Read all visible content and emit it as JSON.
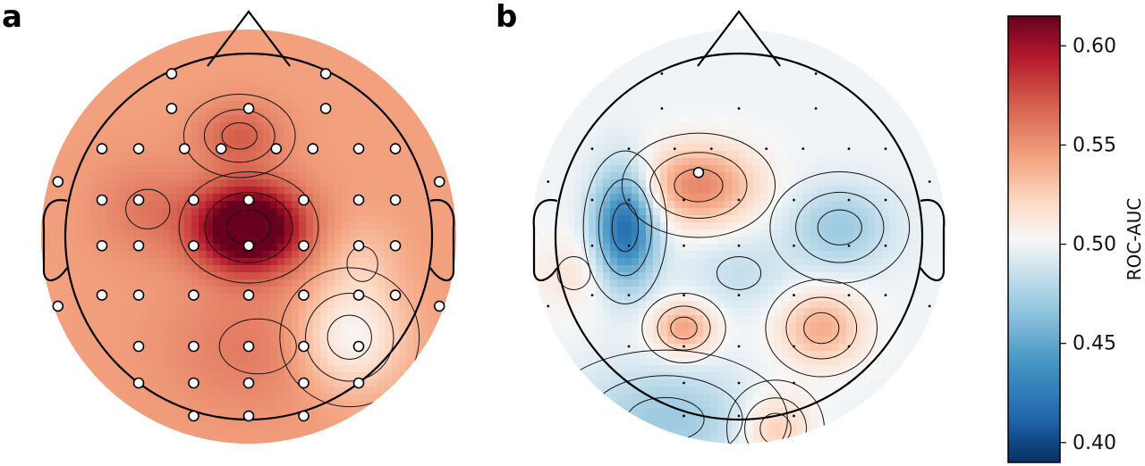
{
  "chart_data": {
    "type": "heatmap",
    "subtype": "eeg-topomap",
    "colormap": "RdBu_r",
    "colorbar": {
      "label": "ROC-AUC",
      "range": [
        0.39,
        0.615
      ],
      "ticks": [
        0.4,
        0.45,
        0.5,
        0.55,
        0.6
      ],
      "tick_labels": [
        "0.40",
        "0.45",
        "0.50",
        "0.55",
        "0.60"
      ]
    },
    "panels": [
      {
        "label": "a",
        "blobs": [
          {
            "x": 0.0,
            "y": 0.05,
            "sx": 0.2,
            "sy": 0.16,
            "a": 0.105
          },
          {
            "x": -0.05,
            "y": 0.55,
            "sx": 0.16,
            "sy": 0.12,
            "a": 0.025
          },
          {
            "x": 0.05,
            "y": -0.6,
            "sx": 0.35,
            "sy": 0.25,
            "a": 0.015
          },
          {
            "x": 0.55,
            "y": -0.55,
            "sx": 0.2,
            "sy": 0.2,
            "a": -0.045
          },
          {
            "x": 0.62,
            "y": -0.15,
            "sx": 0.14,
            "sy": 0.16,
            "a": -0.015
          },
          {
            "x": -0.55,
            "y": 0.15,
            "sx": 0.2,
            "sy": 0.18,
            "a": 0.015
          }
        ],
        "base": 0.545,
        "marker_style": "open-circle",
        "sensors": [
          [
            -0.42,
            0.89
          ],
          [
            0.42,
            0.89
          ],
          [
            -0.42,
            0.7
          ],
          [
            0.0,
            0.7
          ],
          [
            0.42,
            0.7
          ],
          [
            -0.8,
            0.48
          ],
          [
            -0.6,
            0.48
          ],
          [
            -0.35,
            0.48
          ],
          [
            -0.15,
            0.48
          ],
          [
            0.15,
            0.48
          ],
          [
            0.35,
            0.48
          ],
          [
            0.6,
            0.48
          ],
          [
            0.8,
            0.48
          ],
          [
            -0.8,
            0.2
          ],
          [
            -0.6,
            0.2
          ],
          [
            -0.3,
            0.2
          ],
          [
            0.0,
            0.2
          ],
          [
            0.3,
            0.2
          ],
          [
            0.6,
            0.2
          ],
          [
            0.8,
            0.2
          ],
          [
            -0.8,
            -0.05
          ],
          [
            -0.6,
            -0.05
          ],
          [
            -0.3,
            -0.05
          ],
          [
            0.0,
            -0.05
          ],
          [
            0.3,
            -0.05
          ],
          [
            0.6,
            -0.05
          ],
          [
            0.8,
            -0.05
          ],
          [
            -0.8,
            -0.32
          ],
          [
            -0.6,
            -0.32
          ],
          [
            -0.3,
            -0.32
          ],
          [
            0.0,
            -0.32
          ],
          [
            0.3,
            -0.32
          ],
          [
            0.6,
            -0.32
          ],
          [
            0.8,
            -0.32
          ],
          [
            -0.6,
            -0.6
          ],
          [
            -0.3,
            -0.6
          ],
          [
            0.0,
            -0.6
          ],
          [
            0.3,
            -0.6
          ],
          [
            0.6,
            -0.6
          ],
          [
            -0.6,
            -0.8
          ],
          [
            -0.3,
            -0.8
          ],
          [
            0.0,
            -0.8
          ],
          [
            0.3,
            -0.8
          ],
          [
            0.6,
            -0.8
          ],
          [
            -0.3,
            -0.98
          ],
          [
            0.0,
            -0.98
          ],
          [
            0.3,
            -0.98
          ],
          [
            -1.04,
            -0.38
          ],
          [
            1.04,
            -0.38
          ],
          [
            1.04,
            0.3
          ],
          [
            -1.04,
            0.3
          ]
        ]
      },
      {
        "label": "b",
        "blobs": [
          {
            "x": -0.62,
            "y": 0.05,
            "sx": 0.12,
            "sy": 0.22,
            "a": -0.085
          },
          {
            "x": -0.22,
            "y": 0.28,
            "sx": 0.22,
            "sy": 0.15,
            "a": 0.055
          },
          {
            "x": -0.3,
            "y": -0.5,
            "sx": 0.12,
            "sy": 0.1,
            "a": 0.045
          },
          {
            "x": 0.45,
            "y": -0.5,
            "sx": 0.16,
            "sy": 0.14,
            "a": 0.04
          },
          {
            "x": 0.55,
            "y": 0.05,
            "sx": 0.2,
            "sy": 0.16,
            "a": -0.03
          },
          {
            "x": 0.2,
            "y": -1.05,
            "sx": 0.14,
            "sy": 0.14,
            "a": 0.03
          },
          {
            "x": -0.4,
            "y": -1.0,
            "sx": 0.35,
            "sy": 0.2,
            "a": -0.03
          },
          {
            "x": 0.0,
            "y": -0.2,
            "sx": 0.2,
            "sy": 0.15,
            "a": -0.015
          },
          {
            "x": -0.9,
            "y": -0.2,
            "sx": 0.15,
            "sy": 0.15,
            "a": 0.015
          }
        ],
        "base": 0.5,
        "marker_style": "dot",
        "highlighted_sensors": [
          [
            -0.22,
            0.35
          ]
        ],
        "sensors": [
          [
            -0.42,
            0.89
          ],
          [
            0.42,
            0.89
          ],
          [
            -0.42,
            0.7
          ],
          [
            0.0,
            0.7
          ],
          [
            0.42,
            0.7
          ],
          [
            -0.8,
            0.48
          ],
          [
            -0.6,
            0.48
          ],
          [
            -0.35,
            0.48
          ],
          [
            -0.15,
            0.48
          ],
          [
            0.15,
            0.48
          ],
          [
            0.35,
            0.48
          ],
          [
            0.6,
            0.48
          ],
          [
            0.8,
            0.48
          ],
          [
            -0.8,
            0.2
          ],
          [
            -0.6,
            0.2
          ],
          [
            -0.3,
            0.2
          ],
          [
            0.0,
            0.2
          ],
          [
            0.3,
            0.2
          ],
          [
            0.6,
            0.2
          ],
          [
            0.8,
            0.2
          ],
          [
            -0.8,
            -0.05
          ],
          [
            -0.6,
            -0.05
          ],
          [
            -0.3,
            -0.05
          ],
          [
            0.0,
            -0.05
          ],
          [
            0.3,
            -0.05
          ],
          [
            0.6,
            -0.05
          ],
          [
            0.8,
            -0.05
          ],
          [
            -0.8,
            -0.32
          ],
          [
            -0.6,
            -0.32
          ],
          [
            -0.3,
            -0.32
          ],
          [
            0.0,
            -0.32
          ],
          [
            0.3,
            -0.32
          ],
          [
            0.6,
            -0.32
          ],
          [
            0.8,
            -0.32
          ],
          [
            -0.6,
            -0.6
          ],
          [
            -0.3,
            -0.6
          ],
          [
            0.0,
            -0.6
          ],
          [
            0.3,
            -0.6
          ],
          [
            0.6,
            -0.6
          ],
          [
            -0.6,
            -0.8
          ],
          [
            -0.3,
            -0.8
          ],
          [
            0.0,
            -0.8
          ],
          [
            0.3,
            -0.8
          ],
          [
            0.6,
            -0.8
          ],
          [
            -0.3,
            -0.98
          ],
          [
            0.0,
            -0.98
          ],
          [
            0.3,
            -0.98
          ],
          [
            -1.04,
            -0.38
          ],
          [
            1.04,
            -0.38
          ],
          [
            1.04,
            0.3
          ],
          [
            -1.04,
            0.3
          ]
        ]
      }
    ]
  }
}
